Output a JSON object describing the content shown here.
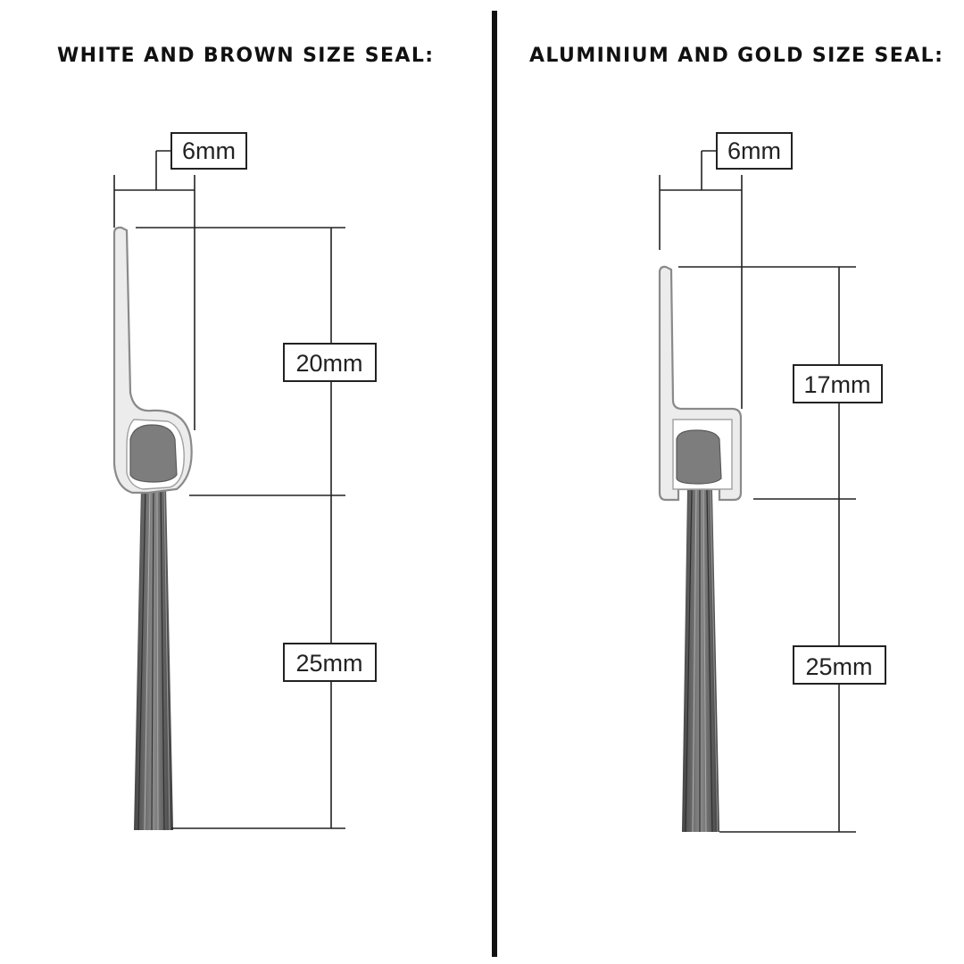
{
  "panels": [
    {
      "title": "WHITE AND BROWN SIZE SEAL:",
      "width_label": "6mm",
      "carrier_label": "20mm",
      "brush_label": "25mm"
    },
    {
      "title": "ALUMINIUM AND GOLD SIZE SEAL:",
      "width_label": "6mm",
      "carrier_label": "17mm",
      "brush_label": "25mm"
    }
  ],
  "colors": {
    "divider": "#111111",
    "profile_fill": "#ececec",
    "profile_stroke": "#8a8a8a",
    "insert_fill": "#7d7d7d",
    "bristle_dark": "#3a3a3a",
    "bristle_mid": "#7a7a7a"
  }
}
